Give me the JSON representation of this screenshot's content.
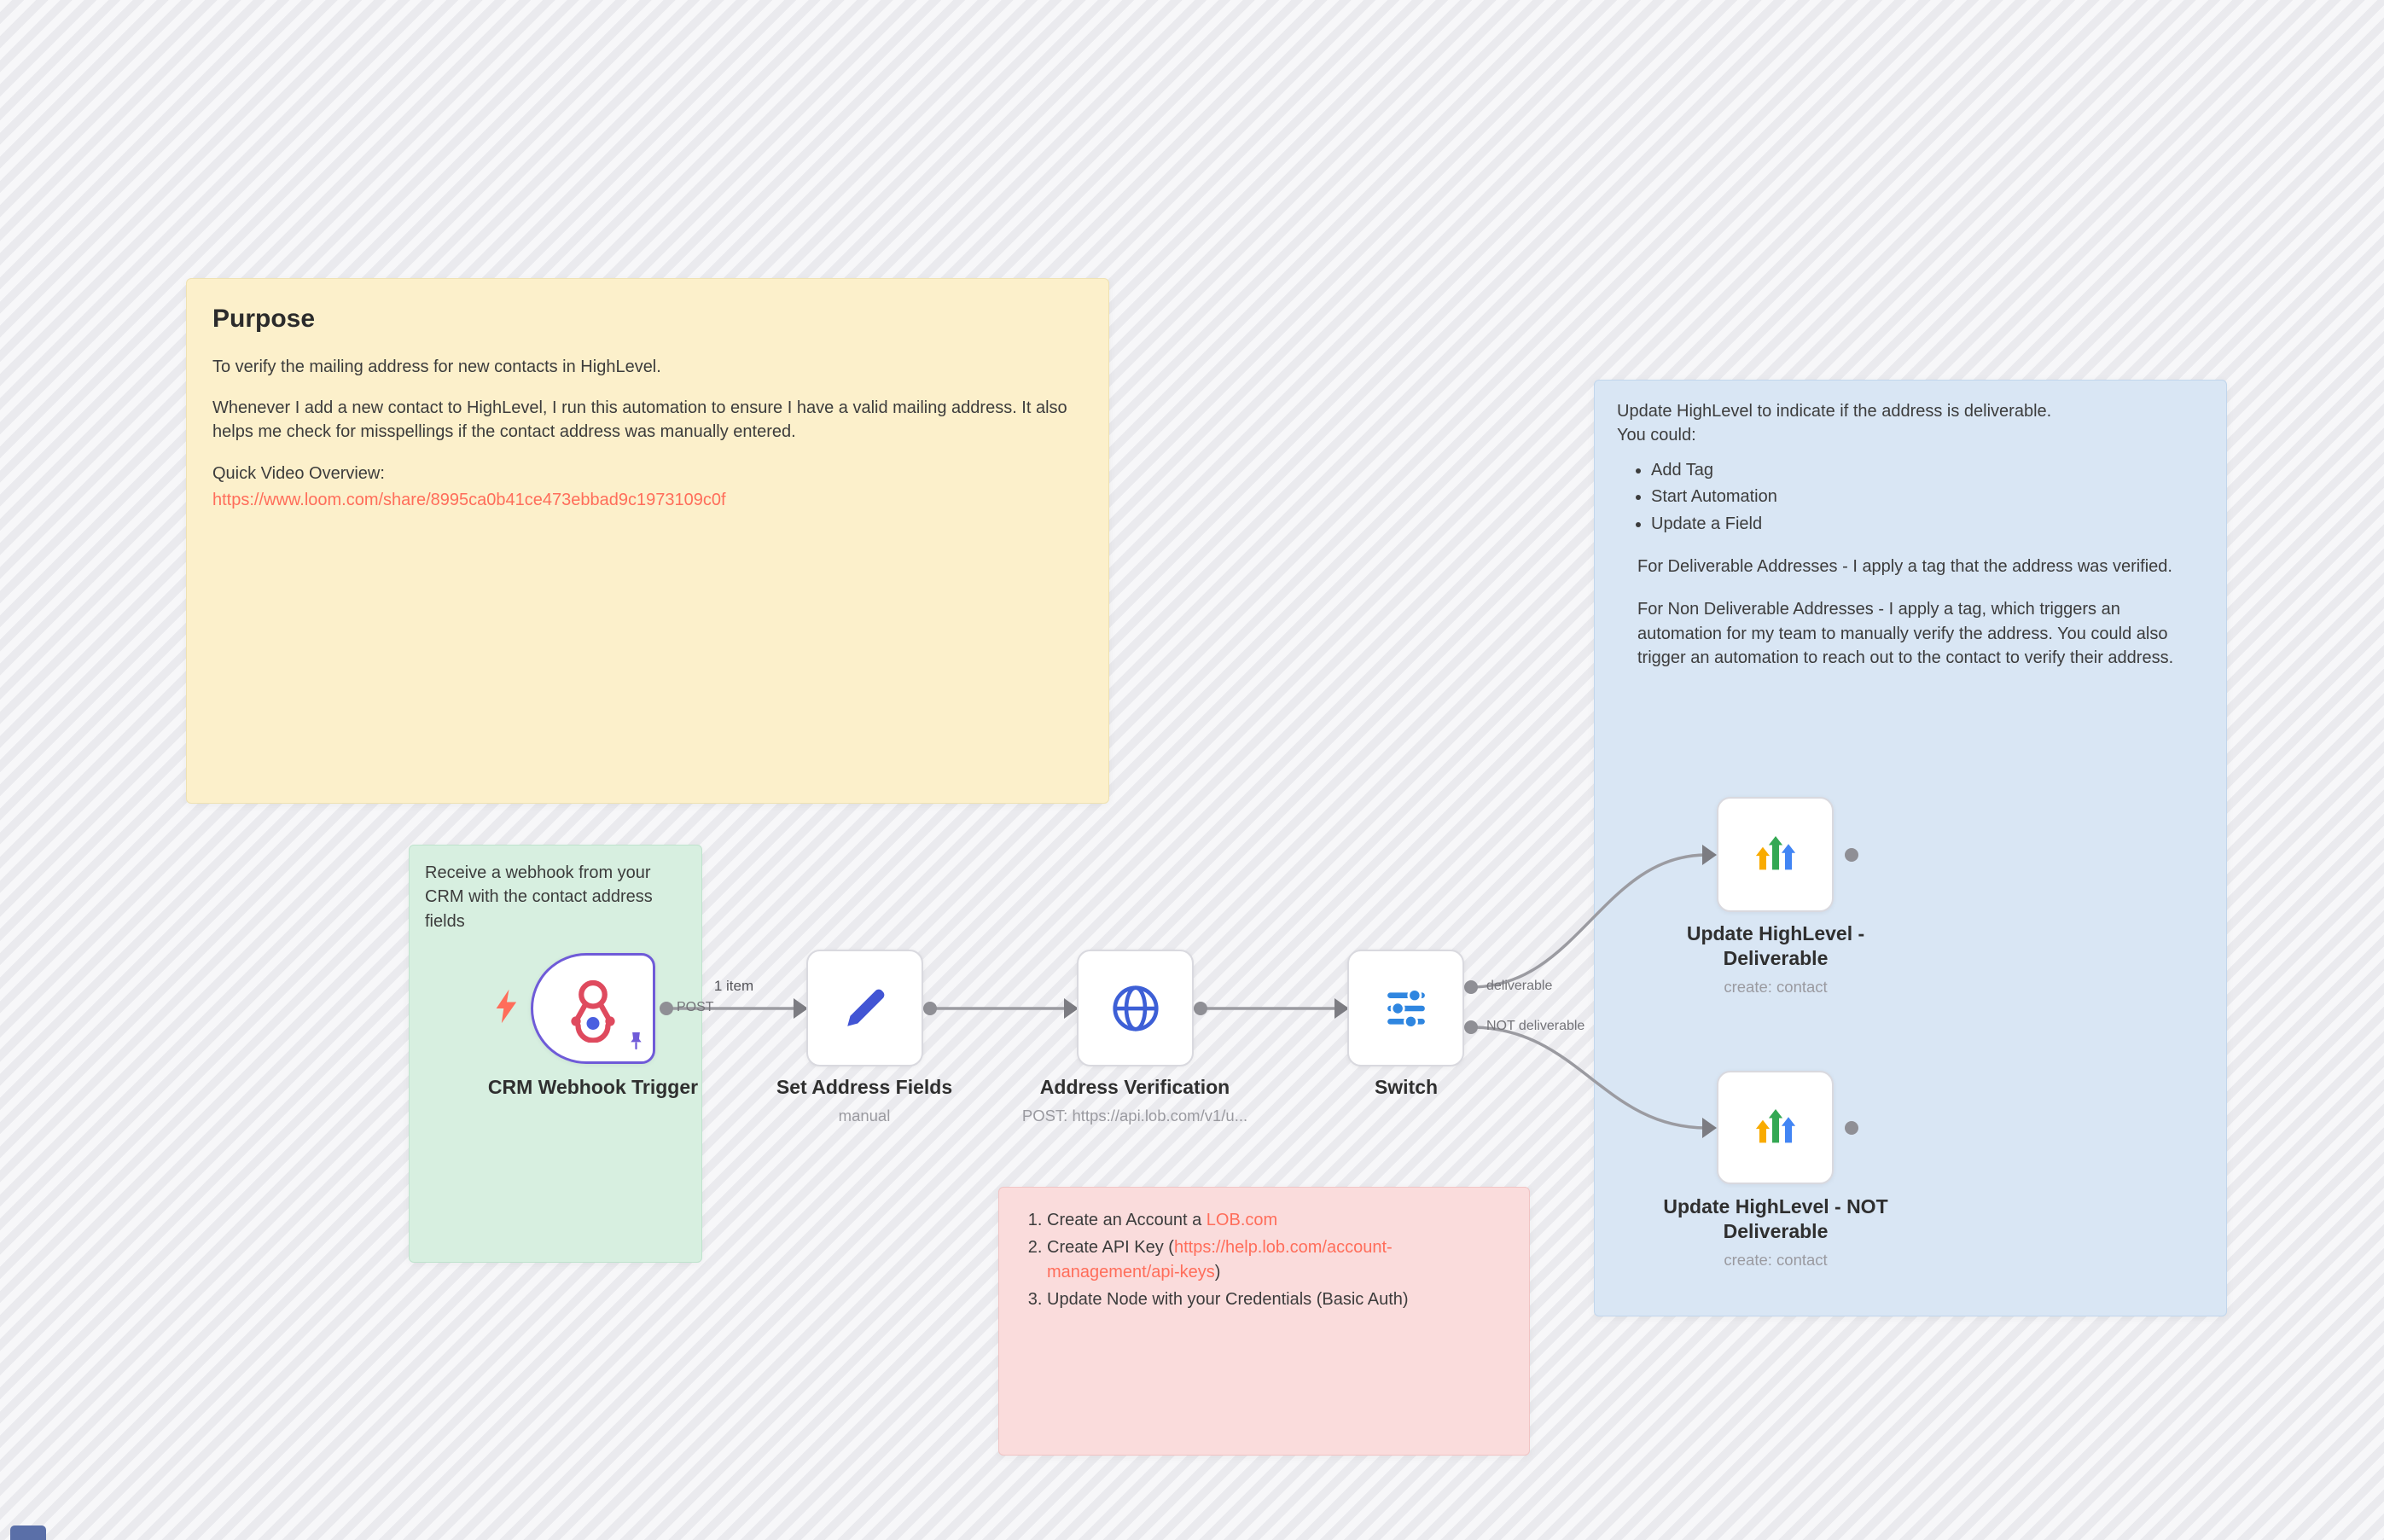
{
  "colors": {
    "link": "#ff6d5a",
    "note_yellow": "#fcf0cb",
    "note_green": "#d7efe0",
    "note_blue": "#d9e6f4",
    "note_red": "#fadcdc",
    "pinned": "#6f5bd8",
    "node_border": "#d9d9df",
    "connector": "#9b9ba1"
  },
  "notes": {
    "purpose": {
      "title": "Purpose",
      "p1": "To verify the mailing address for new contacts in HighLevel.",
      "p2": "Whenever I add a new contact to HighLevel, I run this automation to ensure I have a valid mailing address. It also helps me check for misspellings if the contact address was manually entered.",
      "p3": "Quick Video Overview:",
      "video_link": "https://www.loom.com/share/8995ca0b41ce473ebbad9c1973109c0f"
    },
    "webhook": {
      "text": "Receive a webhook from your CRM with the contact address fields"
    },
    "update": {
      "p1a": "Update HighLevel to indicate if the address is deliverable.",
      "p1b": "You could:",
      "bullets": [
        "Add Tag",
        "Start Automation",
        "Update a Field"
      ],
      "p2": "For Deliverable Addresses - I apply a tag that the address was verified.",
      "p3": "For Non Deliverable Addresses - I apply a tag, which triggers an automation for my team to manually verify the address. You could also trigger an automation to reach out to the contact to verify their address."
    },
    "setup": {
      "item1_text": "Create an Account a ",
      "item1_link": "LOB.com",
      "item2_text": "Create API Key (",
      "item2_link": "https://help.lob.com/account-management/api-keys",
      "item2_suffix": ")",
      "item3_text": "Update Node with your Credentials (Basic Auth)"
    }
  },
  "nodes": {
    "webhook_trigger": {
      "label": "CRM Webhook Trigger",
      "method": "POST"
    },
    "set_fields": {
      "label": "Set Address Fields",
      "sublabel": "manual"
    },
    "address_verification": {
      "label": "Address Verification",
      "sublabel": "POST: https://api.lob.com/v1/u..."
    },
    "switch": {
      "label": "Switch",
      "output1": "deliverable",
      "output2": "NOT deliverable"
    },
    "update_deliverable": {
      "label": "Update HighLevel - Deliverable",
      "sublabel": "create: contact"
    },
    "update_not_deliverable": {
      "label": "Update HighLevel - NOT Deliverable",
      "sublabel": "create: contact"
    }
  },
  "connections": {
    "webhook_to_set": "1 item"
  }
}
